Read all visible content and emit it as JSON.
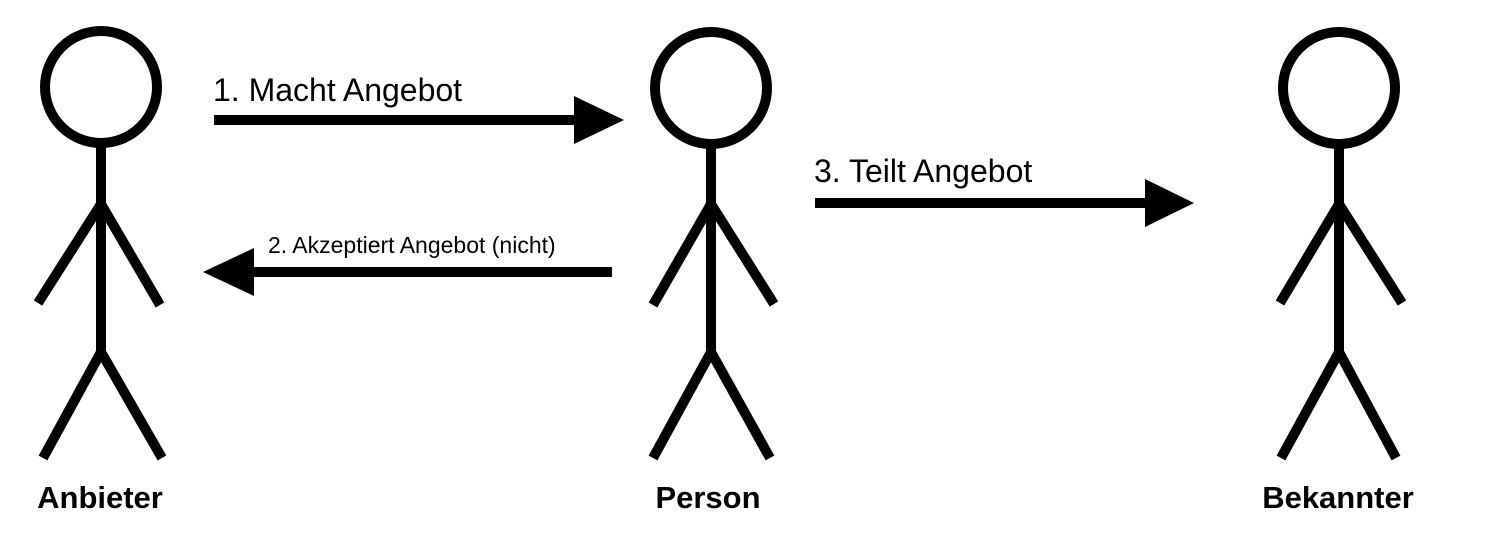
{
  "actors": [
    {
      "id": "anbieter",
      "label": "Anbieter"
    },
    {
      "id": "person",
      "label": "Person"
    },
    {
      "id": "bekannter",
      "label": "Bekannter"
    }
  ],
  "messages": [
    {
      "label": "1. Macht Angebot",
      "from": "anbieter",
      "to": "person"
    },
    {
      "label": "2. Akzeptiert Angebot (nicht)",
      "from": "person",
      "to": "anbieter"
    },
    {
      "label": "3. Teilt Angebot",
      "from": "person",
      "to": "bekannter"
    }
  ],
  "colors": {
    "stroke": "#000000",
    "background": "#ffffff"
  }
}
